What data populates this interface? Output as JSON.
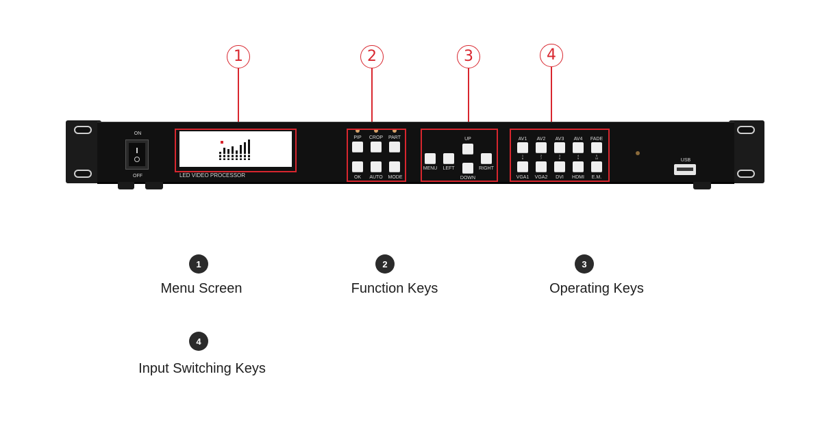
{
  "callouts": [
    "1",
    "2",
    "3",
    "4"
  ],
  "device": {
    "power_on_label": "ON",
    "power_off_label": "OFF",
    "model_label": "LED VIDEO PROCESSOR",
    "usb_label": "USB",
    "function_keys": {
      "top": [
        "PIP",
        "CROP",
        "PART"
      ],
      "bottom": [
        "OK",
        "AUTO",
        "MODE"
      ]
    },
    "operating_keys": {
      "up": "UP",
      "menu": "MENU",
      "left": "LEFT",
      "down": "DOWN",
      "right": "RIGHT"
    },
    "input_keys": {
      "top": [
        "AV1",
        "AV2",
        "AV3",
        "AV4",
        "FADE"
      ],
      "bottom": [
        "VGA1",
        "VGA2",
        "DVI",
        "HDMI",
        "E.M."
      ],
      "numbers": [
        "1\n6",
        "2\n7",
        "3\n8",
        "4\n9",
        "5\n10"
      ]
    }
  },
  "legend": [
    {
      "number": "1",
      "label": "Menu Screen"
    },
    {
      "number": "2",
      "label": "Function Keys"
    },
    {
      "number": "3",
      "label": "Operating Keys"
    },
    {
      "number": "4",
      "label": "Input Switching Keys"
    }
  ]
}
